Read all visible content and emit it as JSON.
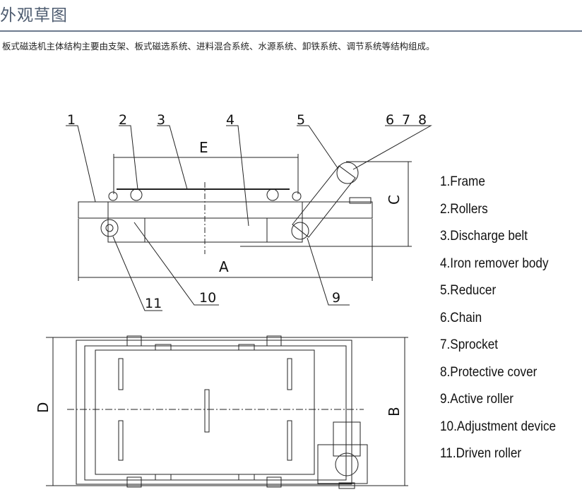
{
  "section": {
    "title": "外观草图",
    "description": "板式磁选机主体结构主要由支架、板式磁选系统、进料混合系统、水源系统、卸铁系统、调节系统等结构组成。"
  },
  "drawing": {
    "callouts": [
      "1",
      "2",
      "3",
      "4",
      "5",
      "6",
      "7",
      "8",
      "9",
      "10",
      "11"
    ],
    "dimensions": {
      "a": "A",
      "b": "B",
      "c": "C",
      "d": "D",
      "e": "E"
    }
  },
  "legend": [
    "1.Frame",
    "2.Rollers",
    "3.Discharge belt",
    "4.Iron remover body",
    "5.Reducer",
    "6.Chain",
    "7.Sprocket",
    "8.Protective cover",
    "9.Active roller",
    "10.Adjustment device",
    "11.Driven roller"
  ]
}
